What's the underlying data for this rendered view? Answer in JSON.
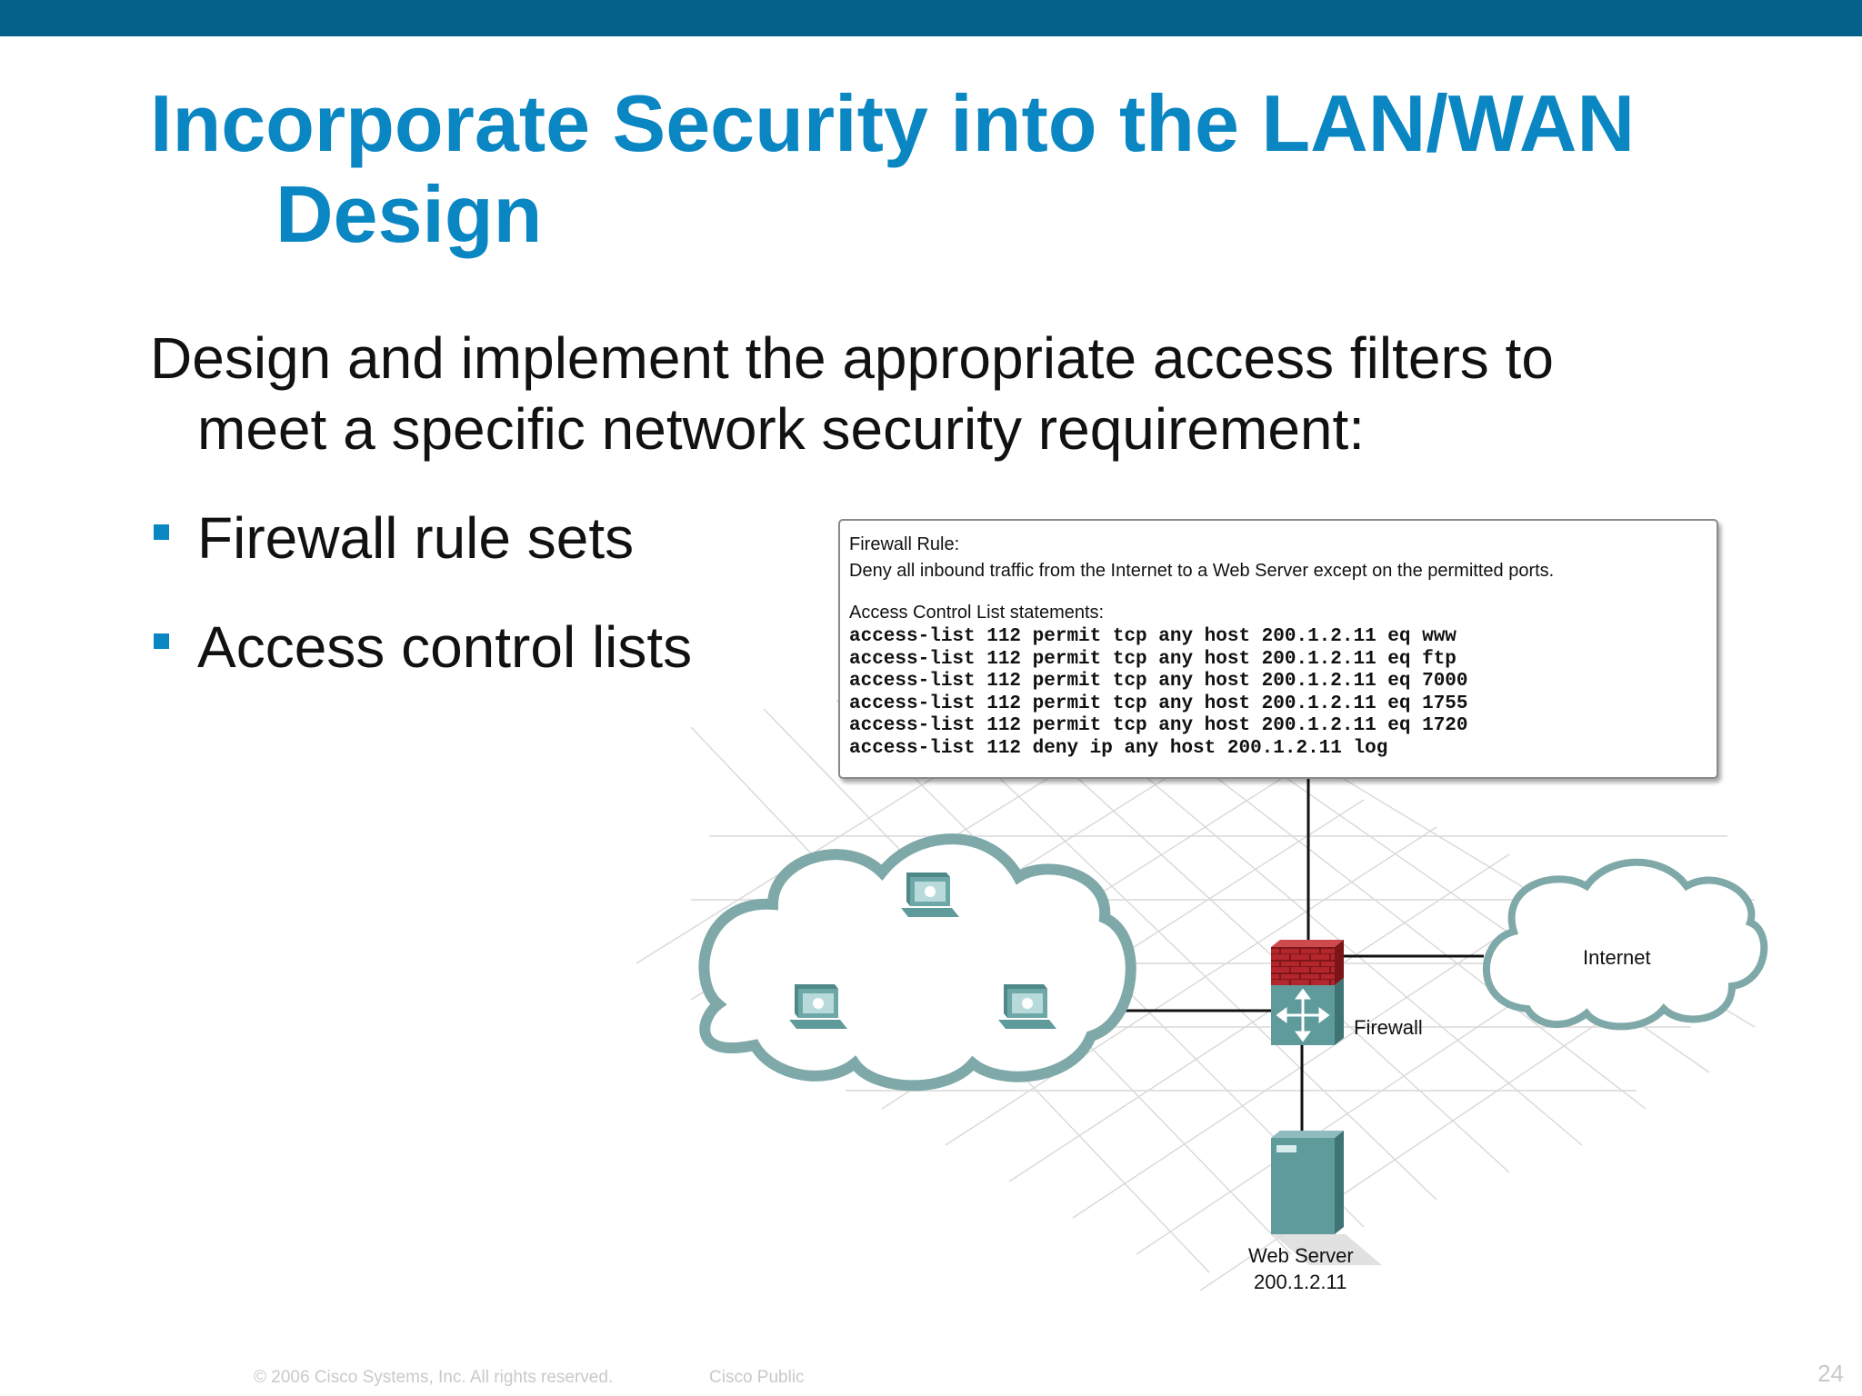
{
  "slide": {
    "title_line1": "Incorporate Security into the LAN/WAN",
    "title_line2": "Design",
    "intro_line1": "Design and implement the appropriate access filters to",
    "intro_line2": "meet a specific network security requirement:",
    "bullets": [
      "Firewall rule sets",
      "Access control lists"
    ]
  },
  "rule_box": {
    "rule_heading": "Firewall Rule:",
    "rule_text": "Deny all inbound traffic from the Internet to a Web Server except on the permitted ports.",
    "acl_heading": "Access Control List statements:",
    "acl_lines": [
      "access-list 112 permit tcp any host 200.1.2.11 eq www",
      "access-list 112 permit tcp any host 200.1.2.11 eq ftp",
      "access-list 112 permit tcp any host 200.1.2.11 eq 7000",
      "access-list 112 permit tcp any host 200.1.2.11 eq 1755",
      "access-list 112 permit tcp any host 200.1.2.11 eq 1720",
      "access-list 112 deny ip any host 200.1.2.11 log"
    ]
  },
  "diagram": {
    "internet_label": "Internet",
    "firewall_label": "Firewall",
    "server_label": "Web Server",
    "server_ip": "200.1.2.11",
    "lan_devices": [
      "workstation",
      "workstation",
      "workstation"
    ],
    "icons": {
      "lan_cloud": "cloud-icon",
      "internet_cloud": "cloud-icon",
      "workstation": "workstation-icon",
      "firewall": "firewall-icon",
      "server": "server-icon"
    }
  },
  "footer": {
    "copyright": "© 2006 Cisco Systems, Inc. All rights reserved.",
    "classification": "Cisco Public",
    "page_number": "24"
  },
  "colors": {
    "top_bar": "#05608a",
    "title": "#0a86c2",
    "bullet": "#0a86c2",
    "cloud_stroke": "#7fa8a8",
    "device_teal": "#5f9b9b",
    "firewall_brick": "#b3262b"
  }
}
